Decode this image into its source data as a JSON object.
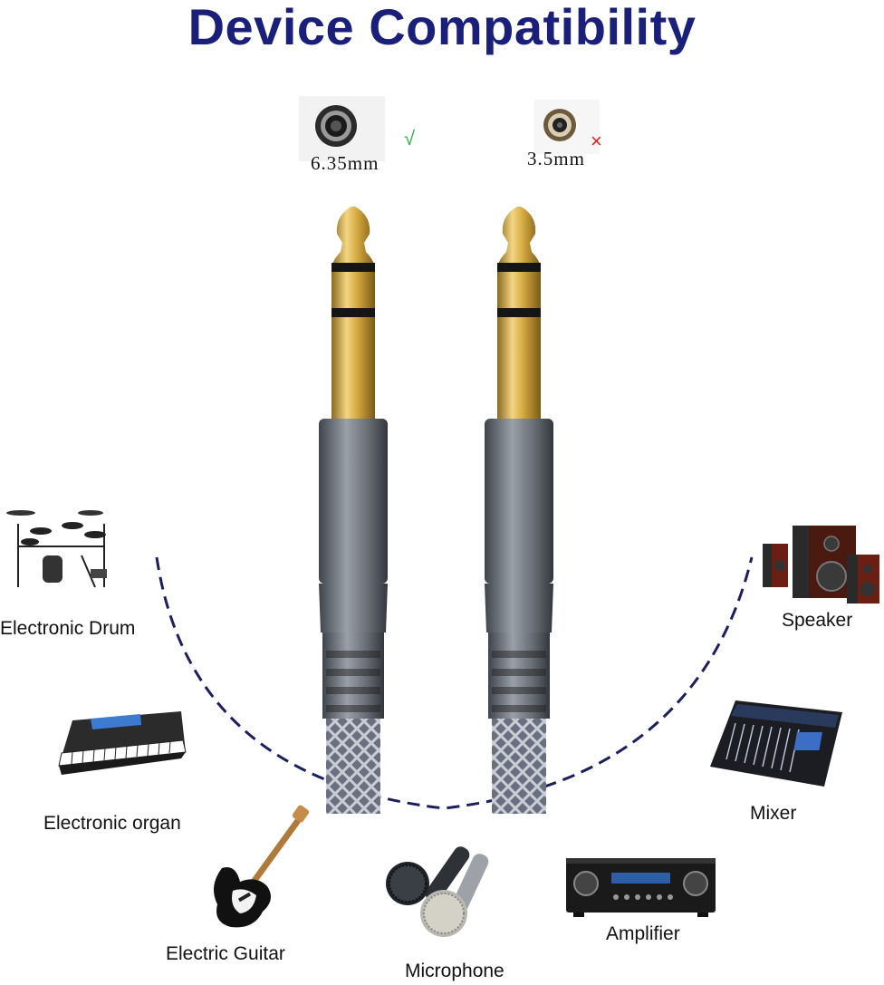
{
  "title": "Device Compatibility",
  "jacks": [
    {
      "size": "6.35mm",
      "mark": "√",
      "mark_color": "#2bb24c",
      "compatible": true
    },
    {
      "size": "3.5mm",
      "mark": "×",
      "mark_color": "#e02020",
      "compatible": false
    }
  ],
  "devices": {
    "electronic_drum": "Electronic Drum",
    "electronic_organ": "Electronic organ",
    "electric_guitar": "Electric Guitar",
    "microphone": "Microphone",
    "amplifier": "Amplifier",
    "mixer": "Mixer",
    "speaker": "Speaker"
  },
  "colors": {
    "title": "#1a1f7a",
    "arc": "#1b1f5e",
    "gold": "#d4a63a",
    "sleeve": "#6b7078"
  }
}
